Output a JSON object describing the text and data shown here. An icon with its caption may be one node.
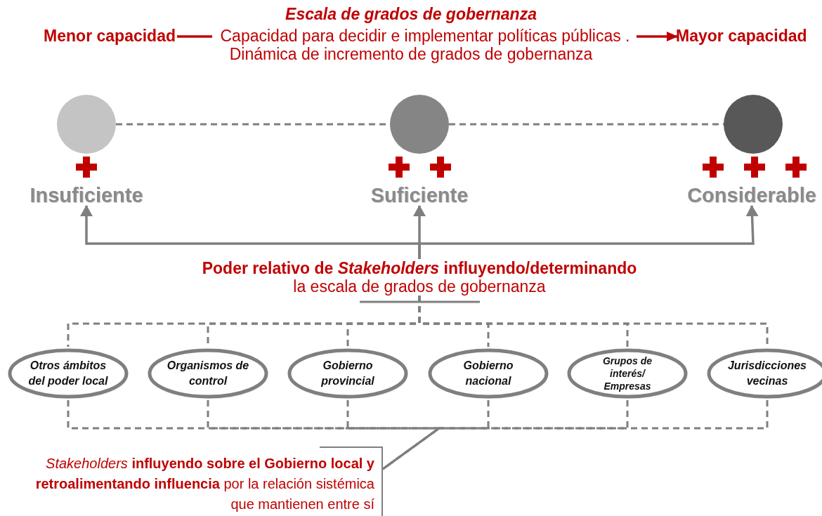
{
  "diagram": {
    "title": "Escala de grados de gobernanza",
    "nodes": [
      {
        "text": [
          "Menor capacidad"
        ]
      },
      {
        "text": [
          "Capacidad para decidir e implementar políticas públicas ."
        ]
      },
      {
        "text": [
          "Mayor capacidad"
        ]
      },
      {
        "text": [],
        "shape": "circle"
      },
      {
        "text": [],
        "shape": "circle"
      },
      {
        "text": [],
        "shape": "circle"
      },
      {
        "text": [
          "Insuficiente"
        ]
      },
      {
        "text": [
          "Suficiente"
        ]
      },
      {
        "text": [
          "Considerable"
        ]
      },
      {
        "text": [
          "Poder relativo de *Stakeholders* influyendo/determinando",
          "la escala de grados de gobernanza"
        ]
      },
      {
        "text": [
          "Otros ámbitos del poder local"
        ]
      },
      {
        "text": [
          "Organismos de control"
        ]
      },
      {
        "text": [
          "Gobierno provincial"
        ]
      },
      {
        "text": [
          "Gobierno nacional"
        ]
      },
      {
        "text": [
          "Grupos de interés/ Empresas"
        ]
      },
      {
        "text": [
          "Jurisdicciones vecinas"
        ]
      },
      {
        "text": [
          "*Stakeholders* **influyendo sobre el Gobierno local y retroalimentando influencia** por la relación sistémica que mantienen entre sí"
        ]
      }
    ],
    "edges": [
      {
        "from": 0,
        "to": 1,
        "arrow": "none",
        "color": "#c00000"
      },
      {
        "from": 1,
        "to": 2,
        "arrow": "to",
        "color": "#c00000"
      },
      {
        "from": 3,
        "to": 4,
        "arrow": "none",
        "style": "dashed"
      },
      {
        "from": 4,
        "to": 5,
        "arrow": "none",
        "style": "dashed"
      },
      {
        "from": 9,
        "to": 6,
        "arrow": "to"
      },
      {
        "from": 9,
        "to": 7,
        "arrow": "to"
      },
      {
        "from": 9,
        "to": 8,
        "arrow": "to"
      },
      {
        "from": 9,
        "to": 10,
        "arrow": "none",
        "style": "dashed"
      },
      {
        "from": 9,
        "to": 11,
        "arrow": "none",
        "style": "dashed"
      },
      {
        "from": 9,
        "to": 12,
        "arrow": "none",
        "style": "dashed"
      },
      {
        "from": 9,
        "to": 13,
        "arrow": "none",
        "style": "dashed"
      },
      {
        "from": 9,
        "to": 14,
        "arrow": "none",
        "style": "dashed"
      },
      {
        "from": 9,
        "to": 15,
        "arrow": "none",
        "style": "dashed"
      },
      {
        "from": 10,
        "to": 16,
        "arrow": "none",
        "style": "dashed"
      },
      {
        "from": 11,
        "to": 16,
        "arrow": "none",
        "style": "dashed"
      },
      {
        "from": 12,
        "to": 16,
        "arrow": "none",
        "style": "dashed"
      },
      {
        "from": 13,
        "to": 16,
        "arrow": "none",
        "style": "dashed"
      },
      {
        "from": 14,
        "to": 16,
        "arrow": "none",
        "style": "dashed"
      },
      {
        "from": 15,
        "to": 16,
        "arrow": "none",
        "style": "dashed"
      }
    ],
    "labels": [
      "Dinámica de incremento de grados de gobernanza"
    ]
  }
}
